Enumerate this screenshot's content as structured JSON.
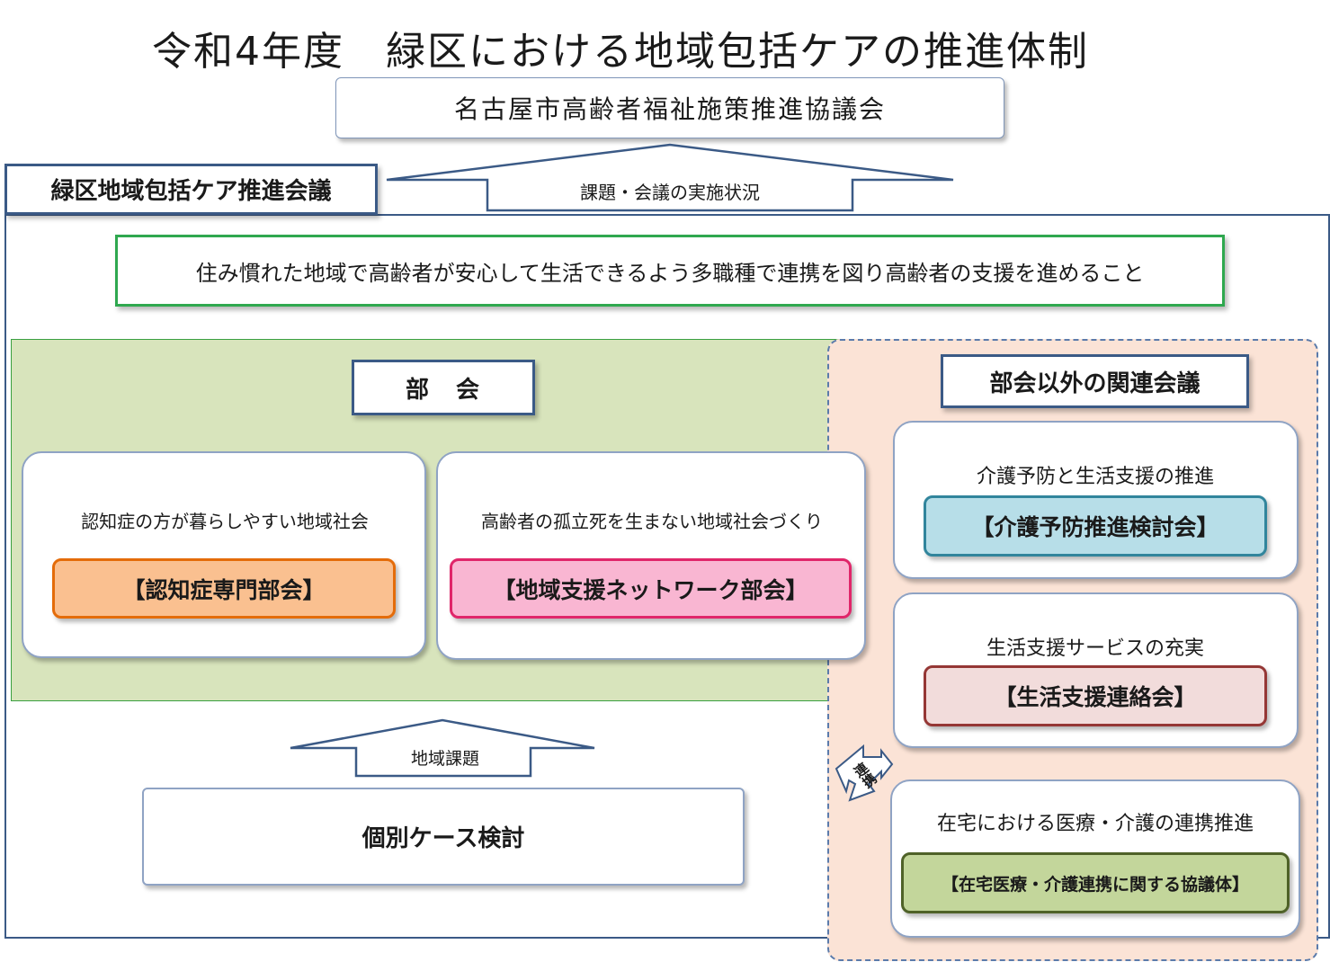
{
  "title": "令和4年度　緑区における地域包括ケアの推進体制",
  "council": "名古屋市高齢者福祉施策推進協議会",
  "arrow_up_label": "課題・会議の実施状況",
  "conference": "緑区地域包括ケア推進会議",
  "mission": "住み慣れた地域で高齢者が安心して生活できるよう多職種で連携を図り高齢者の支援を進めること",
  "bukai": {
    "label": "部　会",
    "dementia": {
      "subtitle": "認知症の方が暮らしやすい地域社会",
      "name": "【認知症専門部会】"
    },
    "network": {
      "subtitle": "高齢者の孤立死を生まない地域社会づくり",
      "name": "【地域支援ネットワーク部会】"
    }
  },
  "related": {
    "label": "部会以外の関連会議",
    "care_prevention": {
      "subtitle": "介護予防と生活支援の推進",
      "name": "【介護予防推進検討会】"
    },
    "life_support": {
      "subtitle": "生活支援サービスの充実",
      "name": "【生活支援連絡会】"
    },
    "home_care": {
      "subtitle": "在宅における医療・介護の連携推進",
      "name": "【在宅医療・介護連携に関する協議体】"
    }
  },
  "regional_issues_label": "地域課題",
  "renkei_label": "連携",
  "case_review": "個別ケース検討",
  "colors": {
    "frame_blue": "#3b5a86",
    "mission_green": "#2fa84f",
    "bukai_bg": "#d8e4bc",
    "related_bg": "#fbe3d6",
    "dementia_fill": "#fac090",
    "network_fill": "#f9b6d2",
    "care_prev_fill": "#b7dee8",
    "life_support_fill": "#f2dcdb",
    "home_care_fill": "#c3d69b"
  }
}
